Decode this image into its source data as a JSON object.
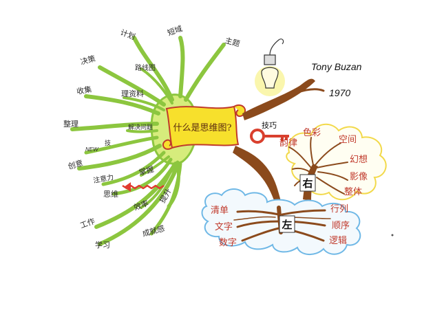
{
  "center": {
    "title": "什么是思维图?"
  },
  "green_branches": [
    {
      "text": "计划"
    },
    {
      "text": "短域"
    },
    {
      "text": "主题"
    },
    {
      "text": "决策"
    },
    {
      "text": "路线图"
    },
    {
      "text": "收集"
    },
    {
      "text": "理资料"
    },
    {
      "text": "整理"
    },
    {
      "text": "解决问题"
    },
    {
      "text": "NEW"
    },
    {
      "text": "技"
    },
    {
      "text": "创意"
    },
    {
      "text": "注意力"
    },
    {
      "text": "掌握"
    },
    {
      "text": "思维"
    },
    {
      "text": "提升"
    },
    {
      "text": "工作"
    },
    {
      "text": "效率"
    },
    {
      "text": "学习"
    },
    {
      "text": "成就感"
    }
  ],
  "history": {
    "name": "Tony Buzan",
    "year": "1970"
  },
  "key": {
    "label": "技巧"
  },
  "right_brain": {
    "title": "右",
    "items": [
      {
        "text": "韵律"
      },
      {
        "text": "色彩"
      },
      {
        "text": "空间"
      },
      {
        "text": "幻想"
      },
      {
        "text": "影像"
      },
      {
        "text": "整体"
      }
    ]
  },
  "left_brain": {
    "title": "左",
    "items": [
      {
        "text": "清单"
      },
      {
        "text": "文字"
      },
      {
        "text": "数字"
      },
      {
        "text": "行列"
      },
      {
        "text": "顺序"
      },
      {
        "text": "逻辑"
      }
    ]
  },
  "colors": {
    "green_trunk": "#8cc63f",
    "green_center": "#d6ec7c",
    "scroll_fill": "#f7e02c",
    "scroll_stroke": "#c0392b",
    "brown": "#8b4a1c",
    "red_text": "#c0392b",
    "cloud_blue": "#6fb8e6",
    "cloud_yellow": "#f2d94a",
    "bulb_glow": "#f5ef6a"
  }
}
